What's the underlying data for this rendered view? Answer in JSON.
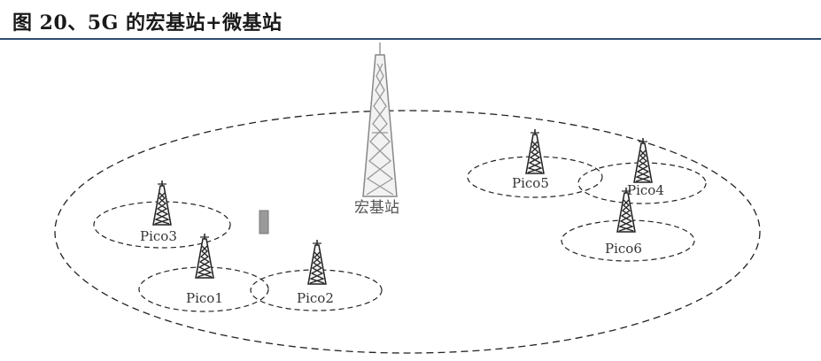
{
  "header": {
    "title": "图 20、5G 的宏基站+微基站"
  },
  "diagram": {
    "macro_label": "宏基站",
    "picos": [
      {
        "label": "Pico1"
      },
      {
        "label": "Pico2"
      },
      {
        "label": "Pico3"
      },
      {
        "label": "Pico4"
      },
      {
        "label": "Pico5"
      },
      {
        "label": "Pico6"
      }
    ]
  }
}
